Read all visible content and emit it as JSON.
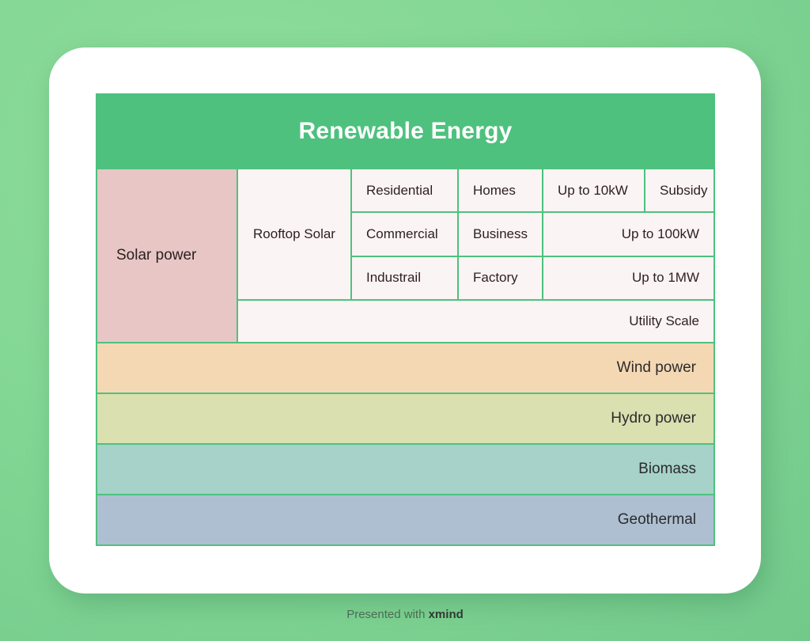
{
  "header": {
    "title": "Renewable Energy"
  },
  "colors": {
    "header_green": "#4ec17e",
    "border_green": "#4ec17e",
    "cell_bg": "#fbf4f4",
    "solar_pink": "#e8c6c6",
    "wind_peach": "#f4d8b4",
    "hydro_olive": "#dae0b0",
    "biomass_teal": "#a6d2ca",
    "geothermal_blue": "#aebfd2",
    "canvas_green": "#83d795",
    "card_white": "#ffffff"
  },
  "chart_data": {
    "type": "table",
    "title": "Renewable Energy",
    "root": "Renewable Energy",
    "branches": [
      {
        "name": "Solar power",
        "color": "#e8c6c6",
        "children": [
          {
            "name": "Rooftop Solar",
            "rows": [
              {
                "type": "Residential",
                "use": "Homes",
                "capacity": "Up to 10kW",
                "note": "Subsidy"
              },
              {
                "type": "Commercial",
                "use": "Business",
                "capacity": "Up to 100kW",
                "note": ""
              },
              {
                "type": "Industrail",
                "use": "Factory",
                "capacity": "Up to 1MW",
                "note": ""
              }
            ]
          },
          {
            "name": "Utility Scale",
            "rows": []
          }
        ]
      },
      {
        "name": "Wind power",
        "color": "#f4d8b4",
        "children": []
      },
      {
        "name": "Hydro power",
        "color": "#dae0b0",
        "children": []
      },
      {
        "name": "Biomass",
        "color": "#a6d2ca",
        "children": []
      },
      {
        "name": "Geothermal",
        "color": "#aebfd2",
        "children": []
      }
    ]
  },
  "matrix": {
    "solar_label": "Solar power",
    "rooftop_label": "Rooftop Solar",
    "rows": [
      {
        "type": "Residential",
        "use": "Homes",
        "capacity": "Up to 10kW",
        "note": "Subsidy"
      },
      {
        "type": "Commercial",
        "use": "Business",
        "capacity": "Up to 100kW"
      },
      {
        "type": "Industrail",
        "use": "Factory",
        "capacity": "Up to 1MW"
      }
    ],
    "utility_scale": "Utility Scale",
    "energy_rows": [
      {
        "label": "Wind power"
      },
      {
        "label": "Hydro power"
      },
      {
        "label": "Biomass"
      },
      {
        "label": "Geothermal"
      }
    ]
  },
  "footer": {
    "prefix": "Presented with ",
    "brand": "xmind"
  }
}
